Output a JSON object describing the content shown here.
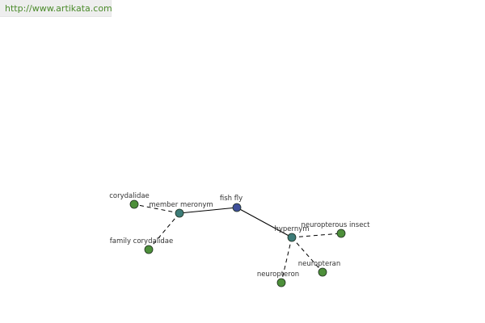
{
  "header": {
    "url": "http://www.artikata.com"
  },
  "graph": {
    "colors": {
      "center_node": "#3f4f9a",
      "relation_node": "#3d7c78",
      "leaf_node": "#4d8f3a",
      "edge": "#000000",
      "node_outline": "#1f2f1f"
    },
    "nodes": [
      {
        "id": "fish_fly",
        "label": "fish fly",
        "kind": "center"
      },
      {
        "id": "member_meronym",
        "label": "member meronym",
        "kind": "relation"
      },
      {
        "id": "hypernym",
        "label": "hypernym",
        "kind": "relation"
      },
      {
        "id": "corydalidae",
        "label": "corydalidae",
        "kind": "leaf"
      },
      {
        "id": "family_corydalidae",
        "label": "family corydalidae",
        "kind": "leaf"
      },
      {
        "id": "neuropterous_insect",
        "label": "neuropterous insect",
        "kind": "leaf"
      },
      {
        "id": "neuropteran",
        "label": "neuropteran",
        "kind": "leaf"
      },
      {
        "id": "neuropteron",
        "label": "neuropteron",
        "kind": "leaf"
      }
    ],
    "edges": [
      {
        "from": "fish_fly",
        "to": "member_meronym",
        "style": "solid"
      },
      {
        "from": "fish_fly",
        "to": "hypernym",
        "style": "solid"
      },
      {
        "from": "member_meronym",
        "to": "corydalidae",
        "style": "dashed"
      },
      {
        "from": "member_meronym",
        "to": "family_corydalidae",
        "style": "dashed"
      },
      {
        "from": "hypernym",
        "to": "neuropterous_insect",
        "style": "dashed"
      },
      {
        "from": "hypernym",
        "to": "neuropteran",
        "style": "dashed"
      },
      {
        "from": "hypernym",
        "to": "neuropteron",
        "style": "dashed"
      }
    ]
  }
}
